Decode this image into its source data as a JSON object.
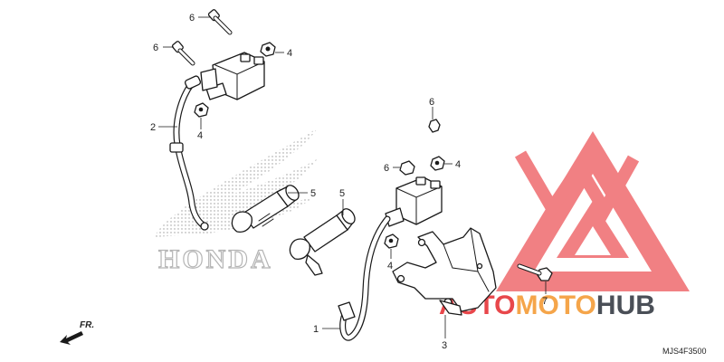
{
  "diagram": {
    "callouts": [
      {
        "id": "c6a",
        "text": "6"
      },
      {
        "id": "c6b",
        "text": "6"
      },
      {
        "id": "c4a",
        "text": "4"
      },
      {
        "id": "c2",
        "text": "2"
      },
      {
        "id": "c4b",
        "text": "4"
      },
      {
        "id": "c5a",
        "text": "5"
      },
      {
        "id": "c5b",
        "text": "5"
      },
      {
        "id": "c6c",
        "text": "6"
      },
      {
        "id": "c6d",
        "text": "6"
      },
      {
        "id": "c4c",
        "text": "4"
      },
      {
        "id": "c4d",
        "text": "4"
      },
      {
        "id": "c1",
        "text": "1"
      },
      {
        "id": "c3",
        "text": "3"
      },
      {
        "id": "c7",
        "text": "7"
      }
    ],
    "direction_label": "FR.",
    "diagram_code": "MJS4F3500",
    "background_logo_text": "HONDA",
    "watermark": {
      "part1": "AUTO",
      "part2": "MOTO",
      "part3": "HUB",
      "color_red": "#e8474b",
      "color_orange": "#f5a54a",
      "color_gray": "#4a4f57"
    }
  }
}
